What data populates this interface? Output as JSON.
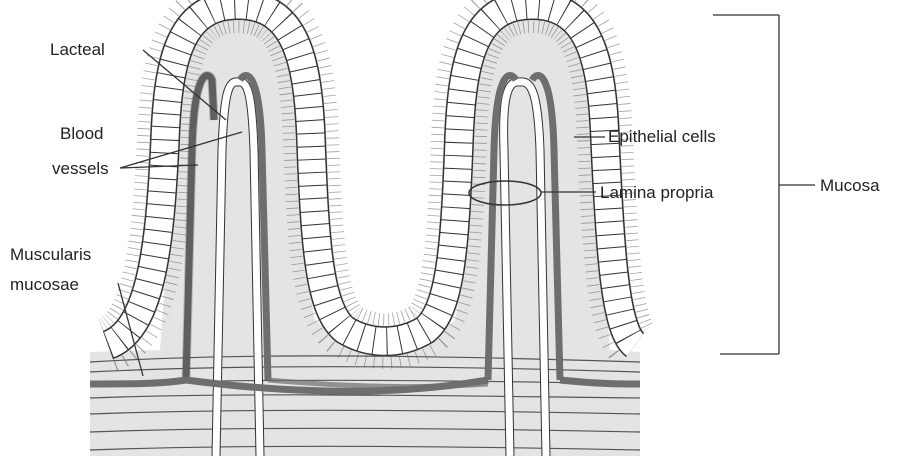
{
  "labels": {
    "lacteal": "Lacteal",
    "blood_vessels_line1": "Blood",
    "blood_vessels_line2": "vessels",
    "muscularis_line1": "Muscularis",
    "muscularis_line2": "mucosae",
    "epithelial_cells": "Epithelial cells",
    "lamina_propria": "Lamina propria",
    "mucosa": "Mucosa"
  },
  "colors": {
    "tissue_fill": "#e4e4e4",
    "vessel_dark": "#6e6e6e",
    "outline": "#333333",
    "cell_fill": "#ffffff"
  }
}
